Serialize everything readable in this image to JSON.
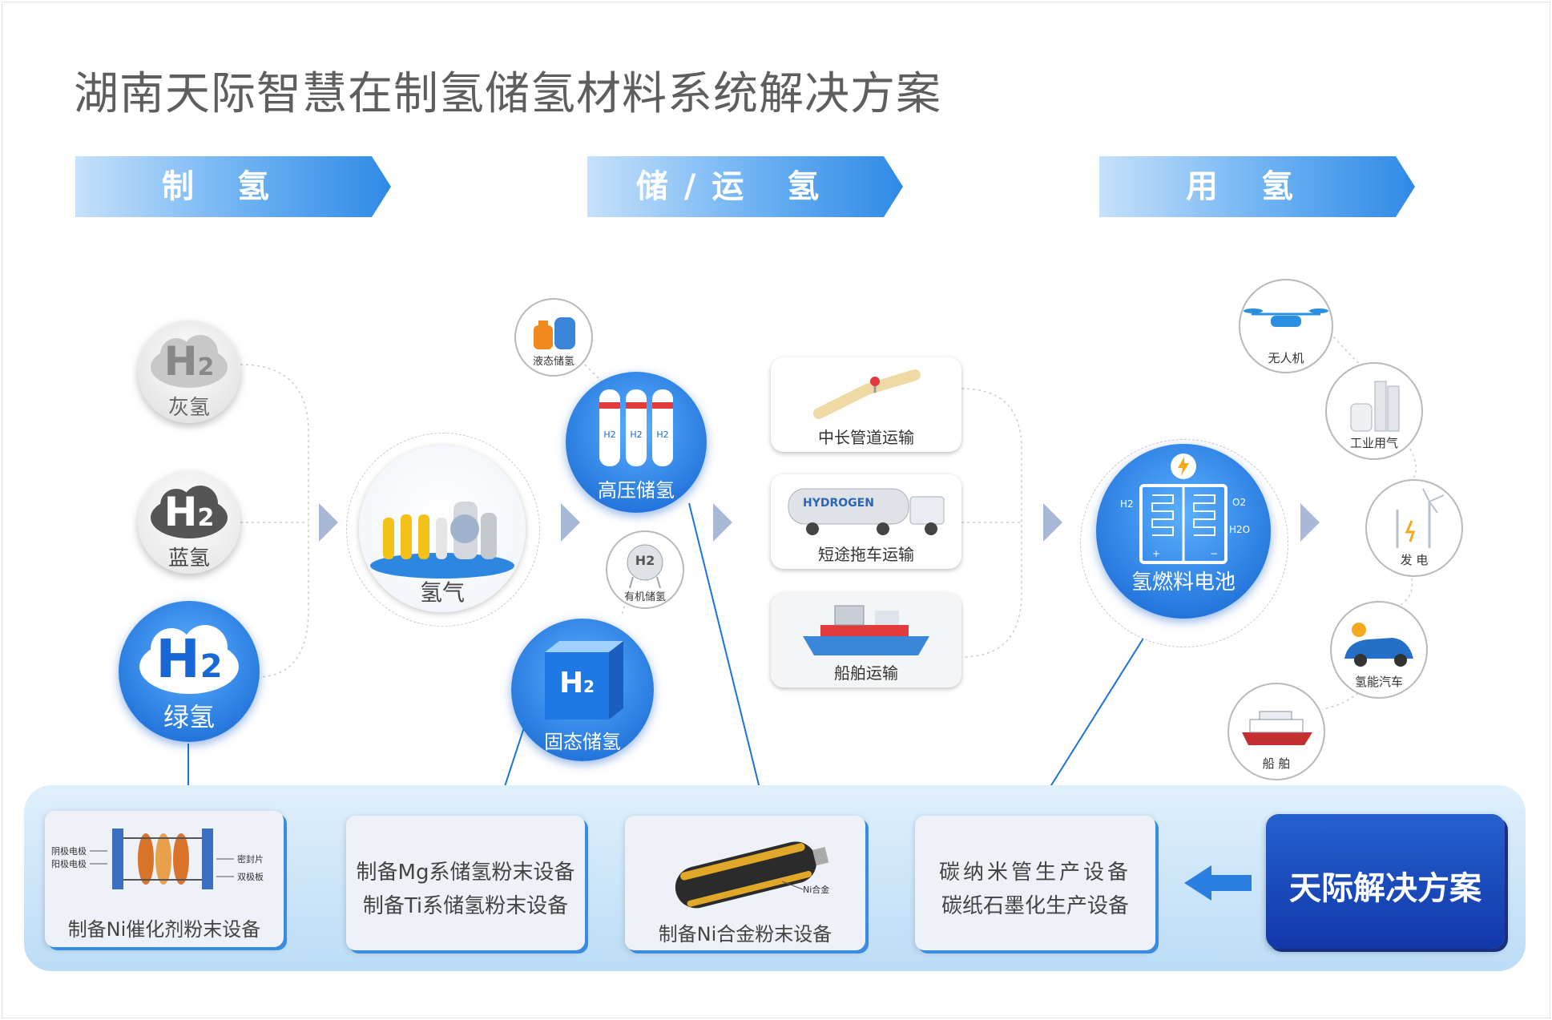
{
  "title": "湖南天际智慧在制氢储氢材料系统解决方案",
  "banners": [
    "制 氢",
    "储/运 氢",
    "用 氢"
  ],
  "h2": {
    "symbol": "H",
    "sub": "2"
  },
  "production": [
    {
      "label": "灰氢"
    },
    {
      "label": "蓝氢"
    },
    {
      "label": "绿氢"
    }
  ],
  "hydrogen_gas": "氢气",
  "storage": {
    "liquid": "液态储氢",
    "high_pressure": "高压储氢",
    "organic": "有机储氢",
    "solid": "固态储氢",
    "cylinder_tag": "H2"
  },
  "transport": {
    "pipeline": "中长管道运输",
    "truck": "短途拖车运输",
    "truck_text": "HYDROGEN",
    "ship": "船舶运输"
  },
  "fuel_cell": {
    "label": "氢燃料电池",
    "h2_tag": "H2",
    "o2_tag": "O2",
    "h2o_tag": "H2O",
    "plus": "+",
    "minus": "−"
  },
  "uses": [
    {
      "label": "无人机"
    },
    {
      "label": "工业用气"
    },
    {
      "label": "发 电"
    },
    {
      "label": "氢能汽车"
    },
    {
      "label": "船 舶"
    }
  ],
  "equipment": {
    "ni_catalyst": {
      "label": "制备Ni催化剂粉末设备",
      "cathode": "阴极电极",
      "anode": "阳极电极",
      "seal": "密封片",
      "bipolar": "双极板"
    },
    "mg_ti": {
      "line1": "制备Mg系储氢粉末设备",
      "line2": "制备Ti系储氢粉末设备"
    },
    "ni_alloy": {
      "label": "制备Ni合金粉末设备",
      "tag": "Ni合金"
    },
    "carbon": {
      "line1": "碳纳米管生产设备",
      "line2": "碳纸石墨化生产设备"
    },
    "solution": "天际解决方案"
  }
}
